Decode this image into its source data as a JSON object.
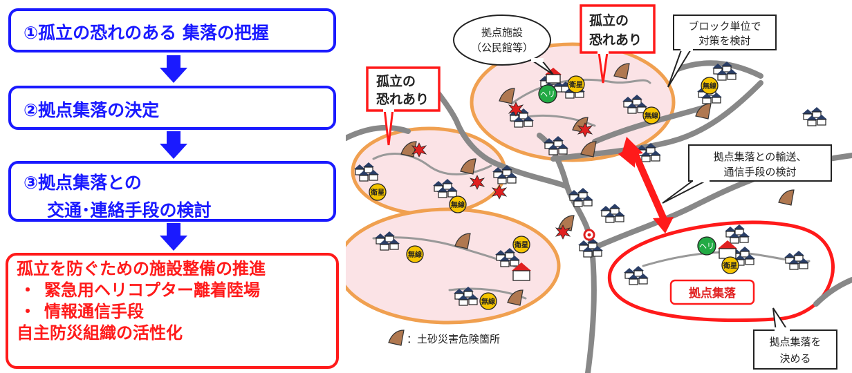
{
  "steps": [
    {
      "label": "①孤立の恐れのある 集落の把握"
    },
    {
      "label": "②拠点集落の決定"
    },
    {
      "label_line1": "③拠点集落との",
      "label_line2": "交通･連絡手段の検討"
    }
  ],
  "result": {
    "title": "孤立を防ぐための施設整備の推進",
    "bullets": [
      "緊急用ヘリコプター離着陸場",
      "情報通信手段"
    ],
    "footer": "自主防災組織の活性化"
  },
  "callouts": {
    "isolated_1": [
      "孤立の",
      "恐れあり"
    ],
    "isolated_2": [
      "孤立の",
      "恐れあり"
    ],
    "facility": [
      "拠点施設",
      "（公民館等）"
    ],
    "block": [
      "ブロック単位で",
      "対策を検討"
    ],
    "transport": [
      "拠点集落との輸送、",
      "通信手段の検討"
    ],
    "decide": [
      "拠点集落を",
      "決める"
    ]
  },
  "hub_label": "拠点集落",
  "badges": {
    "heli": "ヘリ",
    "satellite": "衛星",
    "radio": "無線"
  },
  "legend": "：土砂災害危険箇所",
  "colors": {
    "blue": "#1a1aff",
    "red": "#ff1a1a",
    "orange": "#f0a050",
    "pink": "#fbe3e6",
    "road": "#888888",
    "landslide": "#b07850"
  }
}
